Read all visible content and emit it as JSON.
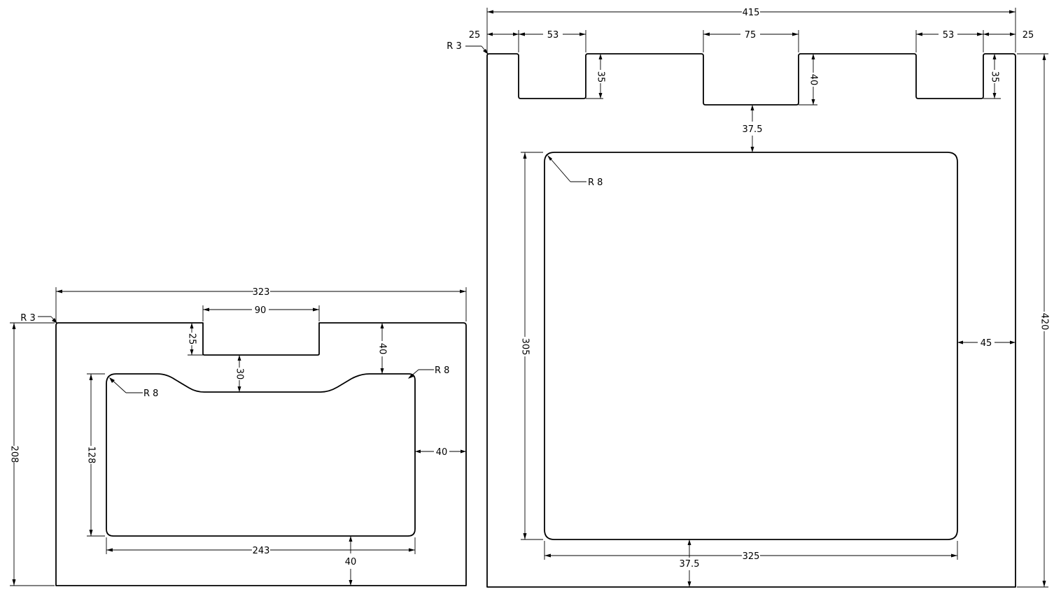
{
  "left_part": {
    "overall_width": "323",
    "overall_height": "208",
    "corner_radius": "R 3",
    "notch_width": "90",
    "notch_depth": "25",
    "notch_to_window": "30",
    "top_margin": "40",
    "window_radius_left": "R 8",
    "window_radius_right": "R 8",
    "window_height": "128",
    "window_width": "243",
    "right_margin": "40",
    "bottom_margin": "40"
  },
  "right_part": {
    "overall_width": "415",
    "overall_height": "420",
    "corner_radius": "R 3",
    "edge_left": "25",
    "edge_right": "25",
    "notch_left_width": "53",
    "notch_center_width": "75",
    "notch_right_width": "53",
    "notch_left_depth": "35",
    "notch_center_depth": "40",
    "notch_right_depth": "35",
    "notch_to_window": "37.5",
    "window_radius": "R 8",
    "window_height": "305",
    "window_width": "325",
    "right_margin": "45",
    "bottom_margin": "37.5"
  }
}
